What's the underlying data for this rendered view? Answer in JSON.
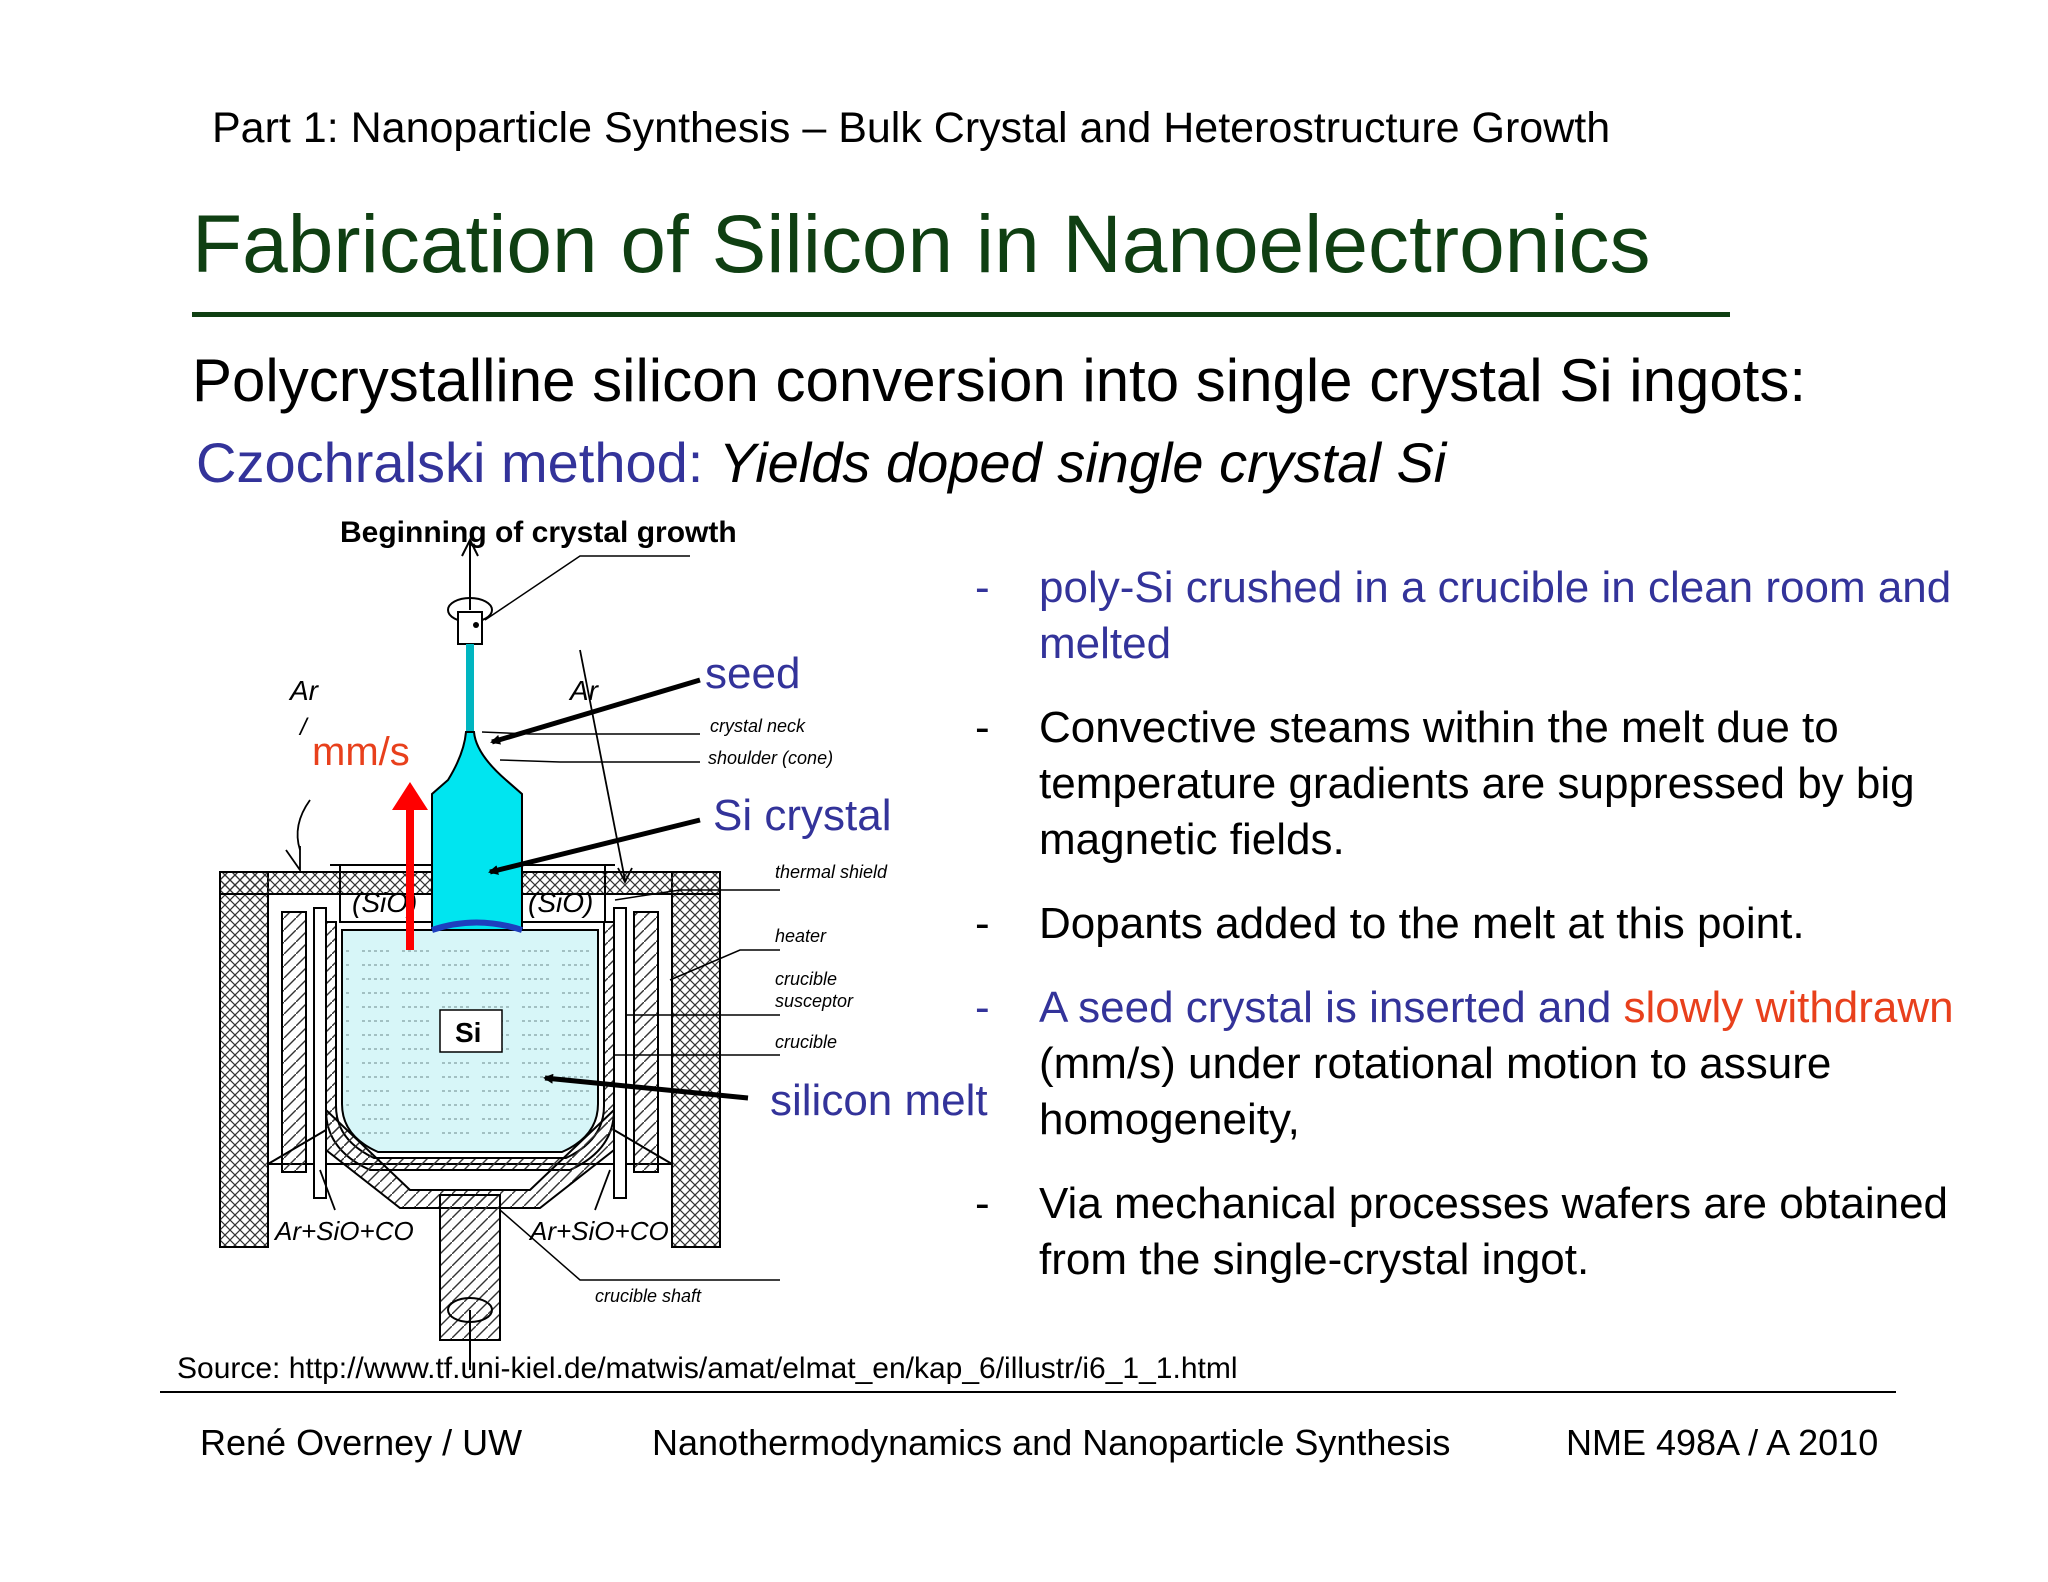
{
  "header": {
    "part": "Part 1: Nanoparticle Synthesis – Bulk Crystal and Heterostructure Growth",
    "title": "Fabrication of Silicon in Nanoelectronics"
  },
  "intro": "Polycrystalline silicon conversion into single crystal Si ingots:",
  "method": {
    "name": "Czochralski method:",
    "description": "Yields doped single crystal Si"
  },
  "diagram": {
    "heading": "Beginning of crystal growth",
    "gas_left": "Ar",
    "gas_right": "Ar",
    "exhaust_left": "Ar+SiO+CO",
    "exhaust_right": "Ar+SiO+CO",
    "sio_left": "(SiO)",
    "sio_right": "(SiO)",
    "melt_label": "Si",
    "parts": {
      "crystal_neck": "crystal neck",
      "shoulder": "shoulder (cone)",
      "thermal_shield": "thermal  shield",
      "heater": "heater",
      "crucible_susceptor_1": "crucible",
      "crucible_susceptor_2": "susceptor",
      "crucible": "crucible",
      "crucible_shaft": "crucible  shaft"
    },
    "callouts": {
      "seed": "seed",
      "si_crystal": "Si crystal",
      "silicon_melt": "silicon melt",
      "speed": "mm/s"
    },
    "colors": {
      "crystal": "#00e5f0",
      "melt": "#d7f6f8",
      "callout_blue": "#33339a",
      "arrow_red": "#ff0000"
    }
  },
  "bullets": {
    "dash": "-",
    "b1": "poly-Si crushed in a crucible in clean room and melted",
    "b2": "Convective steams within the melt due to temperature gradients are suppressed by big magnetic fields.",
    "b3": "Dopants added to the melt at this point.",
    "b4": {
      "part1": "A seed crystal is inserted and ",
      "part2": "slowly withdrawn",
      "part3": " (mm/s) under rotational motion to assure homogeneity,"
    },
    "b5": "Via mechanical processes wafers are obtained from the single-crystal ingot."
  },
  "source": "Source: http://www.tf.uni-kiel.de/matwis/amat/elmat_en/kap_6/illustr/i6_1_1.html",
  "footer": {
    "left": "René Overney / UW",
    "center": "Nanothermodynamics and Nanoparticle Synthesis",
    "right": "NME 498A / A 2010"
  }
}
